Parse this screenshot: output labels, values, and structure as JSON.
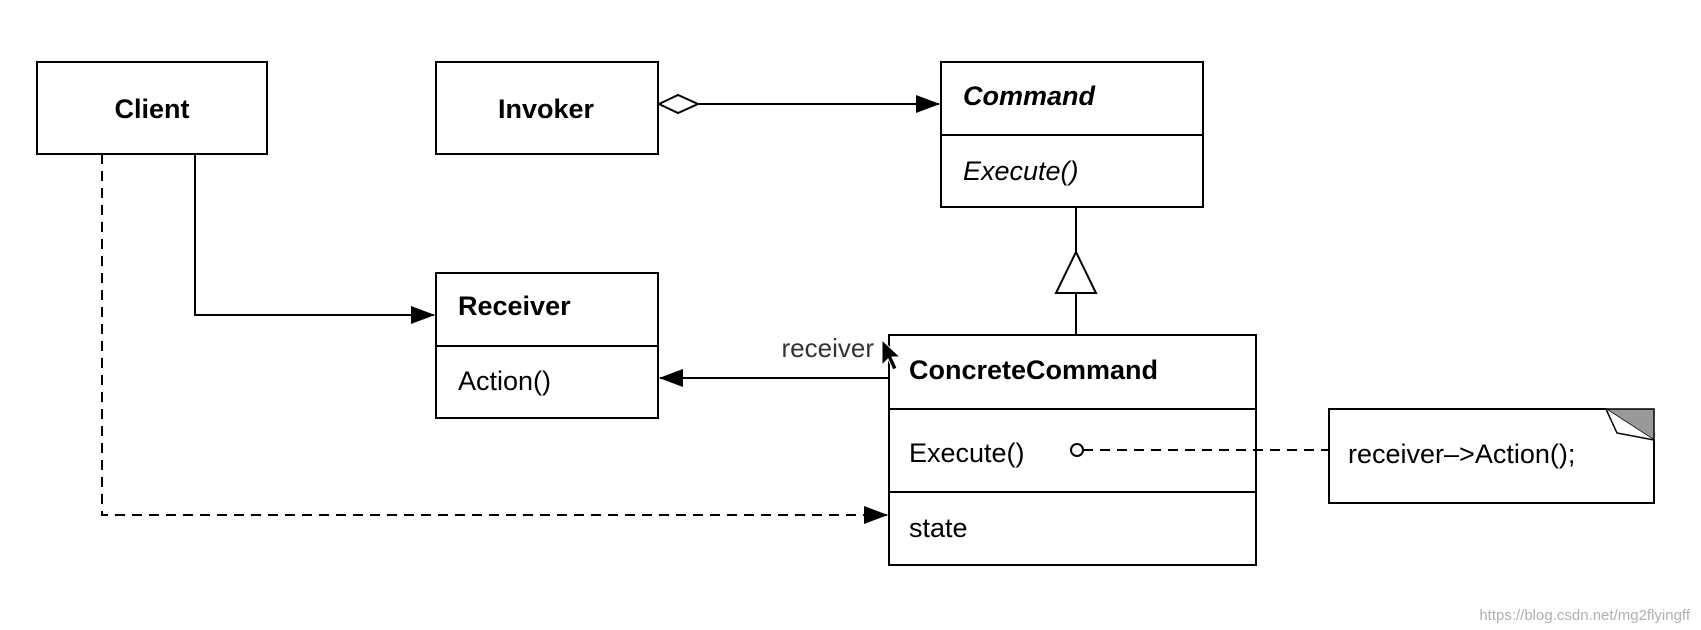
{
  "classes": {
    "client": {
      "name": "Client"
    },
    "invoker": {
      "name": "Invoker"
    },
    "command": {
      "name": "Command",
      "operation": "Execute()"
    },
    "receiver": {
      "name": "Receiver",
      "operation": "Action()"
    },
    "concrete_command": {
      "name": "ConcreteCommand",
      "operation": "Execute()",
      "attribute": "state"
    }
  },
  "roles": {
    "receiver": "receiver"
  },
  "note": {
    "text": "receiver–>Action();"
  },
  "watermark": "https://blog.csdn.net/mg2flyingff"
}
